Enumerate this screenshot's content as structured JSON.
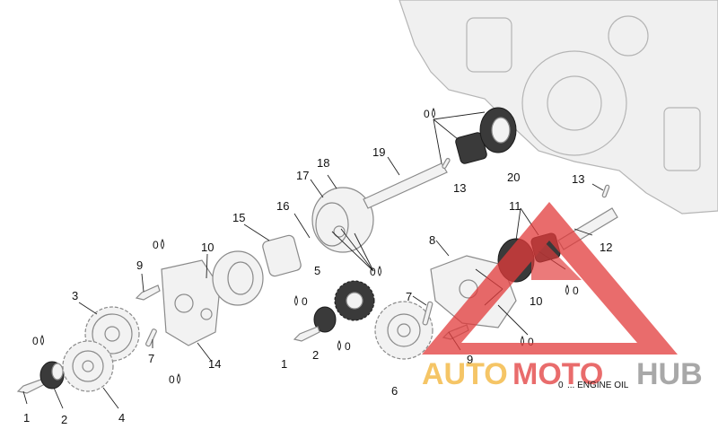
{
  "callouts": [
    {
      "id": "c1",
      "label": "1"
    },
    {
      "id": "c2a",
      "label": "2"
    },
    {
      "id": "c2b",
      "label": "2"
    },
    {
      "id": "c3",
      "label": "3"
    },
    {
      "id": "c4",
      "label": "4"
    },
    {
      "id": "c5",
      "label": "5"
    },
    {
      "id": "c6",
      "label": "6"
    },
    {
      "id": "c7a",
      "label": "7"
    },
    {
      "id": "c7b",
      "label": "7"
    },
    {
      "id": "c8",
      "label": "8"
    },
    {
      "id": "c9a",
      "label": "9"
    },
    {
      "id": "c9b",
      "label": "9"
    },
    {
      "id": "c10a",
      "label": "10"
    },
    {
      "id": "c10b",
      "label": "10"
    },
    {
      "id": "c11",
      "label": "11"
    },
    {
      "id": "c12",
      "label": "12"
    },
    {
      "id": "c13a",
      "label": "13"
    },
    {
      "id": "c13b",
      "label": "13"
    },
    {
      "id": "c14",
      "label": "14"
    },
    {
      "id": "c15",
      "label": "15"
    },
    {
      "id": "c16",
      "label": "16"
    },
    {
      "id": "c17",
      "label": "17"
    },
    {
      "id": "c18",
      "label": "18"
    },
    {
      "id": "c19",
      "label": "19"
    },
    {
      "id": "c20",
      "label": "20"
    },
    {
      "id": "c1b",
      "label": "1"
    }
  ],
  "oil_mark": "0",
  "legend": {
    "symbol": "0",
    "text": "... ENGINE OIL"
  },
  "watermark": {
    "part1": "AUTO",
    "part2": "MOTO",
    "part3": "HUB"
  },
  "colors": {
    "watermark_red": "#e23b3b",
    "watermark_yellow": "#f2b233",
    "watermark_gray": "#8c8c8c"
  }
}
